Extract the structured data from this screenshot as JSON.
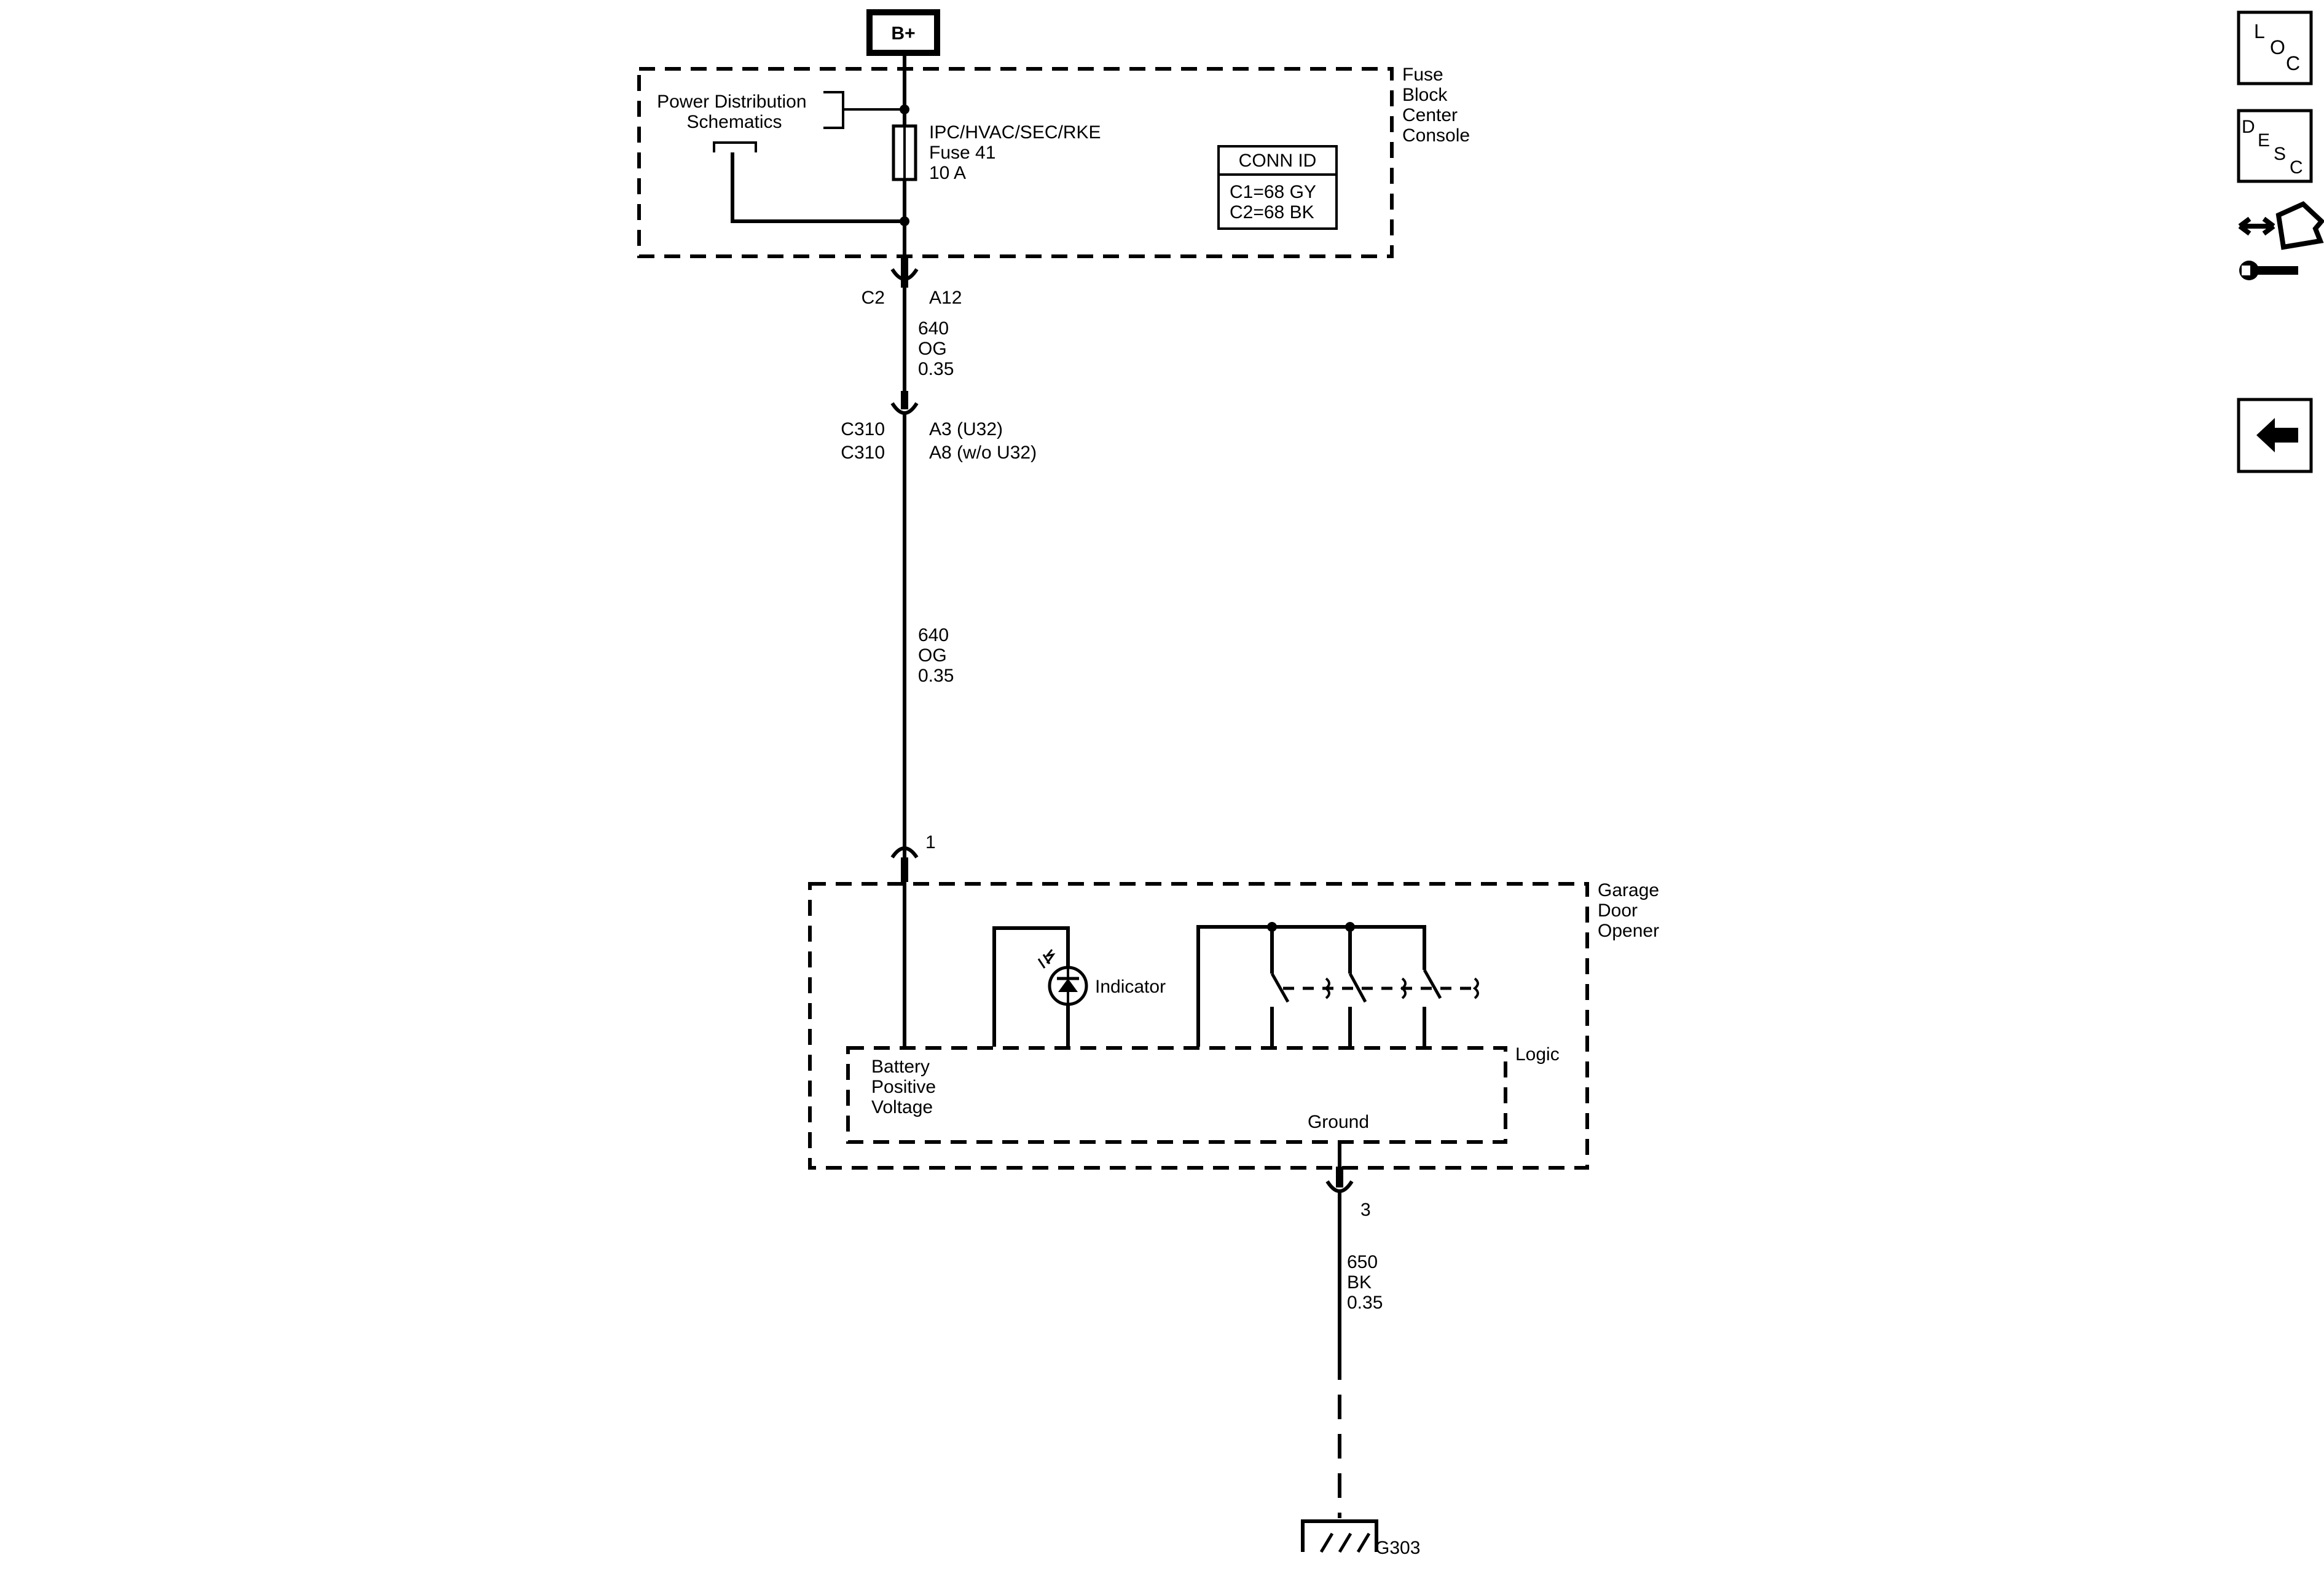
{
  "power_source": {
    "label": "B+"
  },
  "fuse_block": {
    "name_lines": [
      "Fuse",
      "Block",
      "Center",
      "Console"
    ],
    "power_dist_lines": [
      "Power Distribution",
      "Schematics"
    ],
    "fuse_lines": [
      "IPC/HVAC/SEC/RKE",
      "Fuse 41",
      "10 A"
    ],
    "conn_id": {
      "title": "CONN ID",
      "rows": [
        "C1=68 GY",
        "C2=68 BK"
      ]
    }
  },
  "connector_c2": {
    "name": "C2",
    "pin": "A12"
  },
  "wire_1": [
    "640",
    "OG",
    "0.35"
  ],
  "connector_c310": {
    "rows": [
      {
        "name": "C310",
        "pin": "A3 (U32)"
      },
      {
        "name": "C310",
        "pin": "A8 (w/o U32)"
      }
    ]
  },
  "wire_2": [
    "640",
    "OG",
    "0.35"
  ],
  "garage_door_opener": {
    "pin_battery": "1",
    "name_lines": [
      "Garage",
      "Door",
      "Opener"
    ],
    "indicator": "Indicator",
    "logic": "Logic",
    "battery_lines": [
      "Battery",
      "Positive",
      "Voltage"
    ],
    "ground_label": "Ground",
    "pin_ground": "3"
  },
  "wire_3": [
    "650",
    "BK",
    "0.35"
  ],
  "ground_point": {
    "label": "G303"
  },
  "nav": {
    "loc": [
      "L",
      "O",
      "C"
    ],
    "desc": [
      "D",
      "E",
      "S",
      "C"
    ],
    "icons": [
      "connector-wrench-icon",
      "back-arrow-icon"
    ]
  }
}
